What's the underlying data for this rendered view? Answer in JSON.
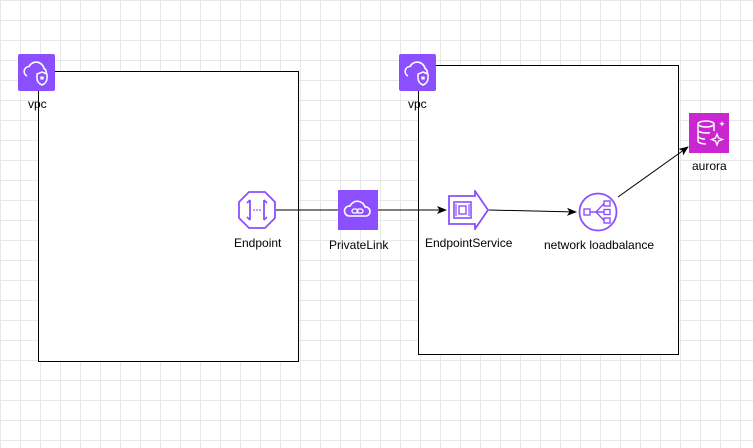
{
  "nodes": {
    "vpc_left": {
      "label": "vpc",
      "icon": "vpc-icon"
    },
    "vpc_right": {
      "label": "vpc",
      "icon": "vpc-icon"
    },
    "endpoint": {
      "label": "Endpoint",
      "icon": "vpc-endpoint-icon"
    },
    "privatelink": {
      "label": "PrivateLink",
      "icon": "privatelink-icon"
    },
    "endpoint_service": {
      "label": "EndpointService",
      "icon": "endpoint-service-icon"
    },
    "nlb": {
      "label": "network loadbalance",
      "icon": "network-load-balancer-icon"
    },
    "aurora": {
      "label": "aurora",
      "icon": "aurora-database-icon"
    }
  },
  "edges": [
    {
      "from": "Endpoint",
      "to": "EndpointService"
    },
    {
      "from": "EndpointService",
      "to": "network loadbalance"
    },
    {
      "from": "network loadbalance",
      "to": "aurora"
    }
  ],
  "colors": {
    "vpc_purple": "#8c4fff",
    "aws_purple": "#8c4fff",
    "aurora_magenta": "#c925d1",
    "grid": "#e8e8e8"
  }
}
